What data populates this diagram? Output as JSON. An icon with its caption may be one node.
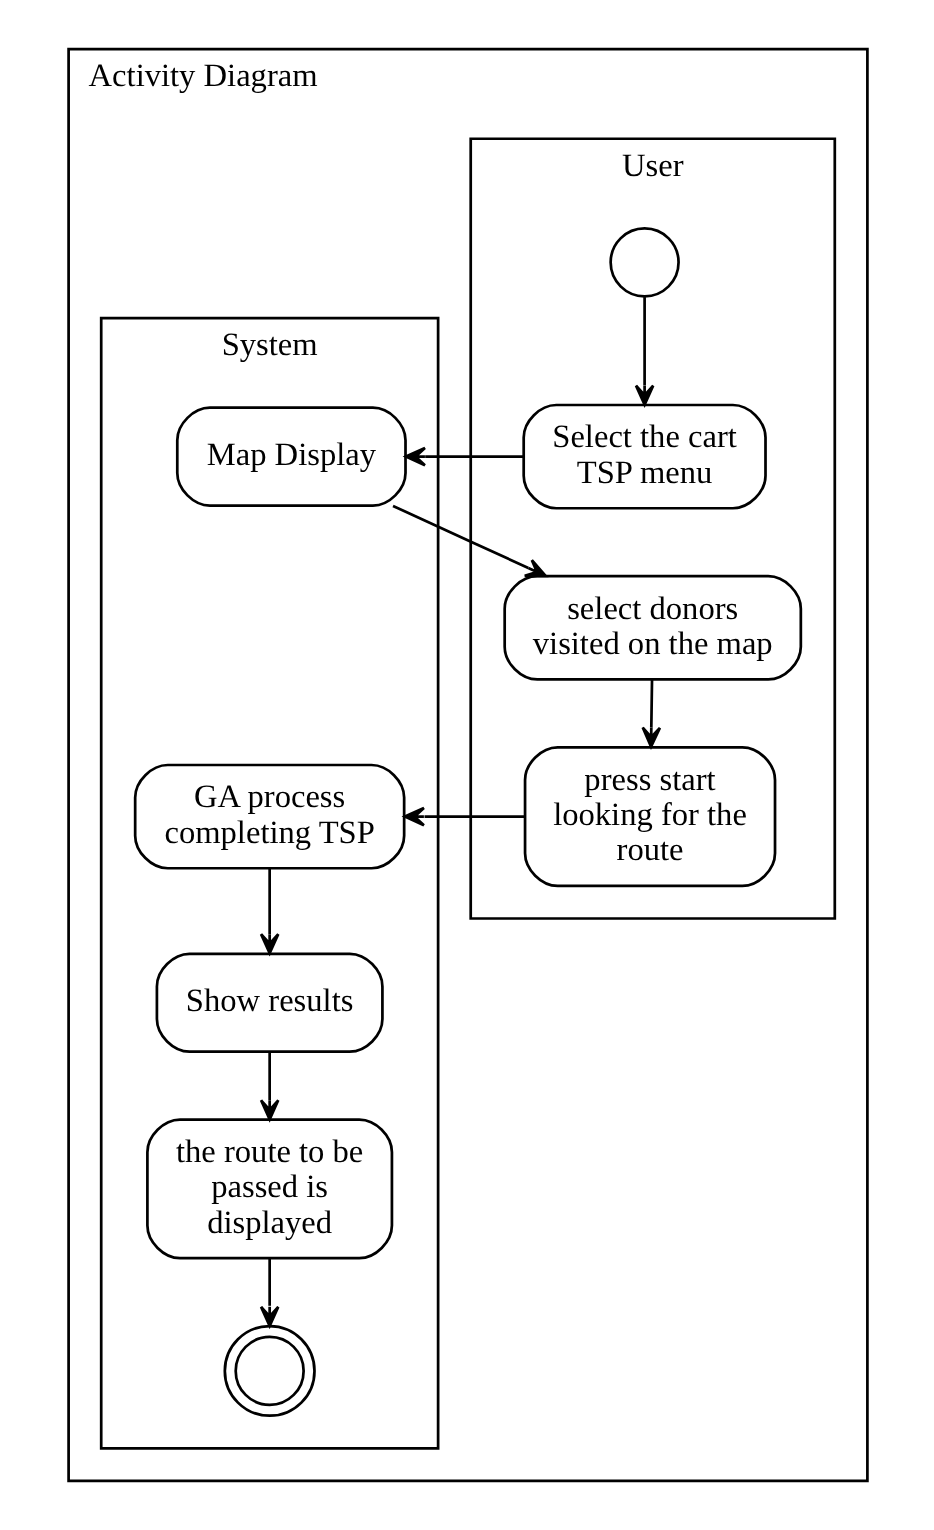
{
  "diagram": {
    "nodes": [
      {
        "text": [
          "Activity Diagram"
        ]
      },
      {
        "text": [
          "User"
        ],
        "in": 0
      },
      {
        "text": [
          "System"
        ],
        "in": 0
      },
      {
        "text": [],
        "shape": "circle",
        "in": 1
      },
      {
        "text": [
          "Select the cart TSP menu"
        ],
        "in": 1
      },
      {
        "text": [
          "Map Display"
        ],
        "in": 2
      },
      {
        "text": [
          "select donors visited on the map"
        ],
        "in": 1
      },
      {
        "text": [
          "press start looking for the route"
        ],
        "in": 1
      },
      {
        "text": [
          "GA process completing TSP"
        ],
        "in": 2
      },
      {
        "text": [
          "Show results"
        ],
        "in": 2
      },
      {
        "text": [
          "the route to be passed is displayed"
        ],
        "in": 2
      },
      {
        "text": [],
        "shape": "circle",
        "in": 2
      }
    ],
    "edges": [
      {
        "from": 3,
        "to": 4,
        "arrow": "to"
      },
      {
        "from": 4,
        "to": 5,
        "arrow": "to"
      },
      {
        "from": 5,
        "to": 6,
        "arrow": "to"
      },
      {
        "from": 6,
        "to": 7,
        "arrow": "to"
      },
      {
        "from": 7,
        "to": 8,
        "arrow": "to"
      },
      {
        "from": 8,
        "to": 9,
        "arrow": "to"
      },
      {
        "from": 9,
        "to": 10,
        "arrow": "to"
      },
      {
        "from": 10,
        "to": 11,
        "arrow": "to"
      }
    ]
  }
}
